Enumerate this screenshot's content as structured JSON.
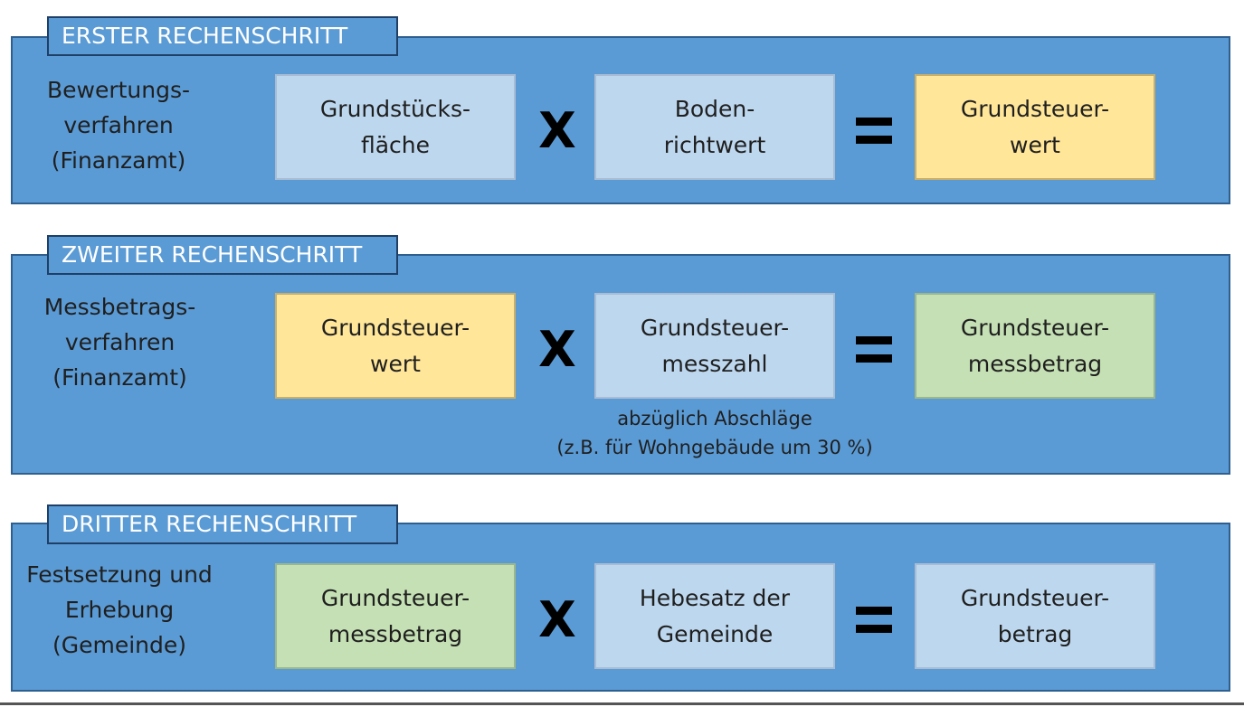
{
  "steps": [
    {
      "title": "ERSTER RECHENSCHRITT",
      "procedure": [
        "Bewertungs-",
        "verfahren",
        "(Finanzamt)"
      ],
      "factor_a": [
        "Grundstücks-",
        "fläche"
      ],
      "operator": "X",
      "factor_b": [
        "Boden-",
        "richtwert"
      ],
      "equals": "=",
      "result": [
        "Grundsteuer-",
        "wert"
      ]
    },
    {
      "title": "ZWEITER RECHENSCHRITT",
      "procedure": [
        "Messbetrags-",
        "verfahren",
        "(Finanzamt)"
      ],
      "factor_a": [
        "Grundsteuer-",
        "wert"
      ],
      "operator": "X",
      "factor_b": [
        "Grundsteuer-",
        "messzahl"
      ],
      "equals": "=",
      "result": [
        "Grundsteuer-",
        "messbetrag"
      ],
      "note": [
        "abzüglich Abschläge",
        "(z.B. für Wohngebäude um 30 %)"
      ]
    },
    {
      "title": "DRITTER RECHENSCHRITT",
      "procedure": [
        "Festsetzung und",
        "Erhebung",
        "(Gemeinde)"
      ],
      "factor_a": [
        "Grundsteuer-",
        "messbetrag"
      ],
      "operator": "X",
      "factor_b": [
        "Hebesatz der",
        "Gemeinde"
      ],
      "equals": "=",
      "result": [
        "Grundsteuer-",
        "betrag"
      ]
    }
  ],
  "colors": {
    "panel": "#5b9bd5",
    "box_blue": "#bdd7ee",
    "box_yellow": "#ffe699",
    "box_green": "#c5e0b4"
  }
}
